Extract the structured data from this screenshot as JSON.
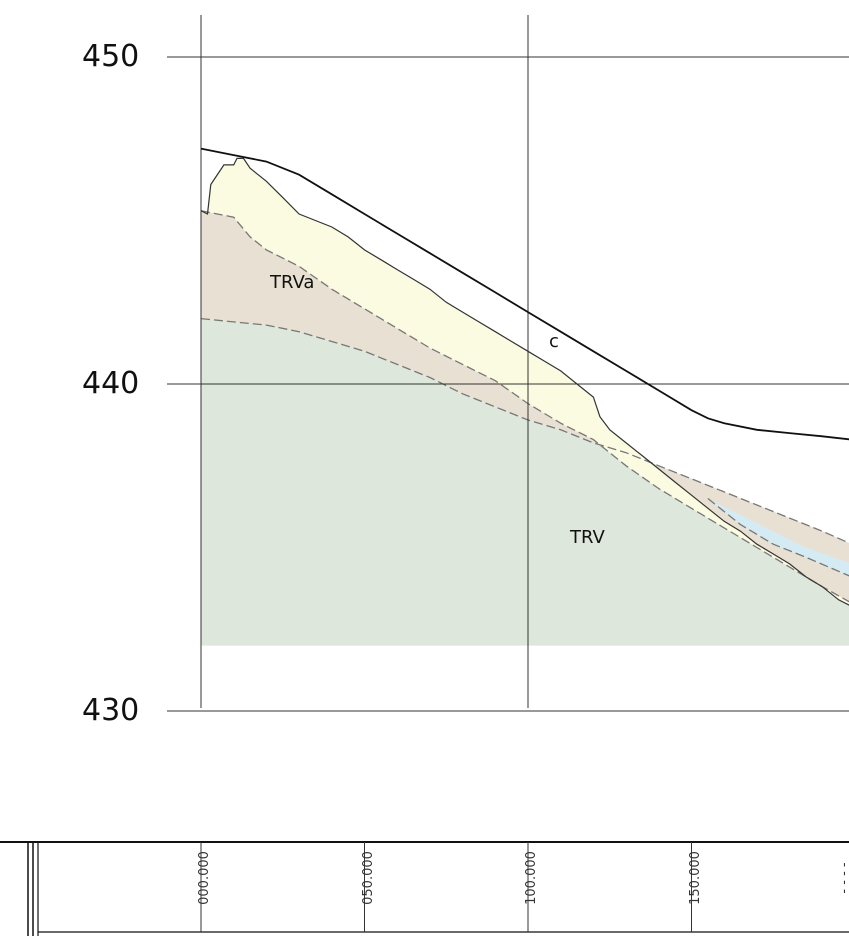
{
  "colors": {
    "background": "#ffffff",
    "grid": "#333333",
    "ground_line": "#111111",
    "unit_c": "#fbfbe2",
    "unit_TRVa": "#e8e0d2",
    "unit_TRV": "#dee7dc",
    "unit_water": "#d4ebf3",
    "boundary": "#777777"
  },
  "axis": {
    "elevation_labels": [
      "450",
      "440",
      "430"
    ]
  },
  "units": [
    {
      "key": "TRVa",
      "label": "TRVa"
    },
    {
      "key": "c",
      "label": "c"
    },
    {
      "key": "TRV",
      "label": "TRV"
    }
  ],
  "chainage": {
    "labels": [
      "000.000",
      "050.000",
      "100.000",
      "150.000"
    ]
  },
  "profiles": {
    "x_range": [
      0,
      199
    ],
    "y_range": [
      427,
      452
    ],
    "ground_surface": [
      [
        0,
        447.2
      ],
      [
        10,
        447.0
      ],
      [
        20,
        446.8
      ],
      [
        30,
        446.4
      ],
      [
        40,
        445.8
      ],
      [
        50,
        445.2
      ],
      [
        60,
        444.6
      ],
      [
        70,
        444.0
      ],
      [
        80,
        443.4
      ],
      [
        90,
        442.8
      ],
      [
        100,
        442.2
      ],
      [
        110,
        441.6
      ],
      [
        120,
        441.0
      ],
      [
        130,
        440.4
      ],
      [
        140,
        439.8
      ],
      [
        150,
        439.2
      ],
      [
        155,
        438.95
      ],
      [
        160,
        438.8
      ],
      [
        170,
        438.6
      ],
      [
        180,
        438.5
      ],
      [
        190,
        438.4
      ],
      [
        199,
        438.3
      ]
    ],
    "terrain_top": [
      [
        0,
        445.3
      ],
      [
        2,
        445.2
      ],
      [
        3,
        446.1
      ],
      [
        7,
        446.7
      ],
      [
        10,
        446.7
      ],
      [
        11,
        446.9
      ],
      [
        13,
        446.9
      ],
      [
        15,
        446.6
      ],
      [
        20,
        446.2
      ],
      [
        25,
        445.7
      ],
      [
        30,
        445.2
      ],
      [
        35,
        445.0
      ],
      [
        40,
        444.8
      ],
      [
        45,
        444.5
      ],
      [
        50,
        444.1
      ],
      [
        55,
        443.8
      ],
      [
        60,
        443.5
      ],
      [
        65,
        443.2
      ],
      [
        70,
        442.9
      ],
      [
        75,
        442.5
      ],
      [
        80,
        442.2
      ],
      [
        85,
        441.9
      ],
      [
        90,
        441.6
      ],
      [
        95,
        441.3
      ],
      [
        100,
        441.0
      ],
      [
        105,
        440.7
      ],
      [
        110,
        440.4
      ],
      [
        115,
        440.0
      ],
      [
        120,
        439.6
      ],
      [
        122,
        439.0
      ],
      [
        125,
        438.6
      ],
      [
        130,
        438.2
      ],
      [
        135,
        437.8
      ],
      [
        140,
        437.4
      ],
      [
        145,
        437.0
      ],
      [
        150,
        436.6
      ],
      [
        155,
        436.2
      ],
      [
        160,
        435.8
      ],
      [
        165,
        435.5
      ],
      [
        170,
        435.1
      ],
      [
        175,
        434.8
      ],
      [
        180,
        434.5
      ],
      [
        185,
        434.1
      ],
      [
        190,
        433.8
      ],
      [
        195,
        433.4
      ],
      [
        199,
        433.2
      ]
    ],
    "c_base": [
      [
        0,
        445.3
      ],
      [
        5,
        445.2
      ],
      [
        10,
        445.1
      ],
      [
        15,
        444.5
      ],
      [
        20,
        444.1
      ],
      [
        30,
        443.6
      ],
      [
        40,
        442.9
      ],
      [
        50,
        442.3
      ],
      [
        60,
        441.7
      ],
      [
        70,
        441.1
      ],
      [
        80,
        440.6
      ],
      [
        90,
        440.1
      ],
      [
        100,
        439.4
      ],
      [
        110,
        438.8
      ],
      [
        120,
        438.3
      ],
      [
        130,
        437.5
      ],
      [
        140,
        436.8
      ],
      [
        150,
        436.2
      ],
      [
        160,
        435.6
      ],
      [
        170,
        435.0
      ],
      [
        180,
        434.4
      ],
      [
        190,
        433.8
      ],
      [
        199,
        433.3
      ]
    ],
    "trva_base": [
      [
        0,
        442.0
      ],
      [
        10,
        441.9
      ],
      [
        20,
        441.8
      ],
      [
        30,
        441.6
      ],
      [
        40,
        441.3
      ],
      [
        50,
        441.0
      ],
      [
        60,
        440.6
      ],
      [
        70,
        440.2
      ],
      [
        80,
        439.7
      ],
      [
        90,
        439.3
      ],
      [
        100,
        438.9
      ],
      [
        110,
        438.6
      ],
      [
        120,
        438.2
      ],
      [
        130,
        437.9
      ],
      [
        140,
        437.5
      ],
      [
        150,
        437.1
      ],
      [
        160,
        436.7
      ],
      [
        170,
        436.3
      ],
      [
        180,
        435.9
      ],
      [
        190,
        435.5
      ],
      [
        199,
        435.1
      ]
    ],
    "trv_base_elevation": 432.0,
    "water_top": [
      [
        155,
        436.5
      ],
      [
        165,
        436.0
      ],
      [
        175,
        435.5
      ],
      [
        185,
        435.0
      ],
      [
        199,
        434.5
      ]
    ],
    "water_base": [
      [
        155,
        436.5
      ],
      [
        165,
        435.7
      ],
      [
        175,
        435.1
      ],
      [
        185,
        434.7
      ],
      [
        199,
        434.1
      ]
    ]
  }
}
